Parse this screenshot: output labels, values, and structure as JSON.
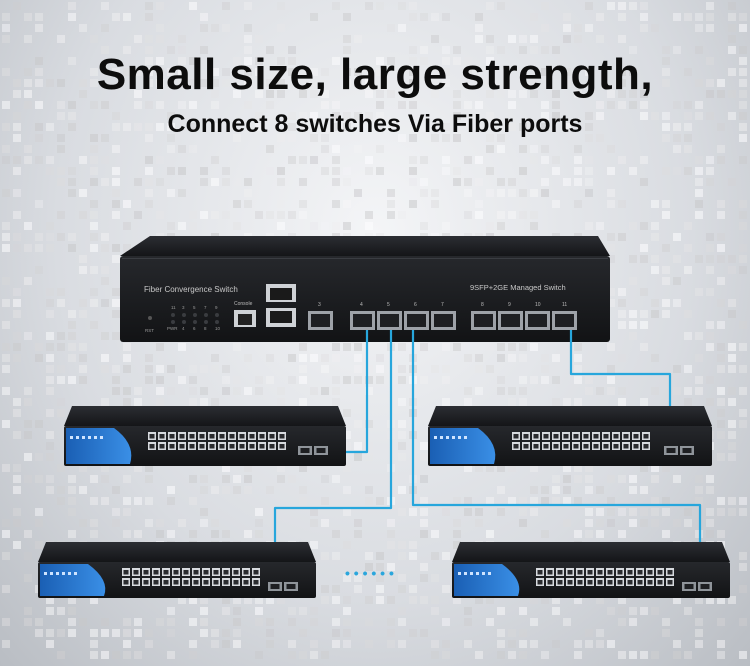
{
  "headline": {
    "line1": "Small size, large strength,",
    "line2": "Connect 8 switches Via Fiber ports"
  },
  "main_switch": {
    "left_label": "Fiber Convergence Switch",
    "right_label": "9SFP+2GE Managed Switch",
    "console_label": "Console",
    "reset_label": "RST",
    "power_label": "PWR",
    "led_top_numbers": [
      "11",
      "3",
      "5",
      "7",
      "9"
    ],
    "led_bottom_numbers": [
      "4",
      "6",
      "8",
      "10"
    ],
    "sfp_numbers": [
      "3",
      "4",
      "5",
      "6",
      "7",
      "8",
      "9",
      "10",
      "11"
    ]
  },
  "ellipsis": "• • • • • •",
  "colors": {
    "cable": "#27a6dc",
    "device_body": "#1d1f23",
    "accent_blue": "#1a6fc4"
  }
}
